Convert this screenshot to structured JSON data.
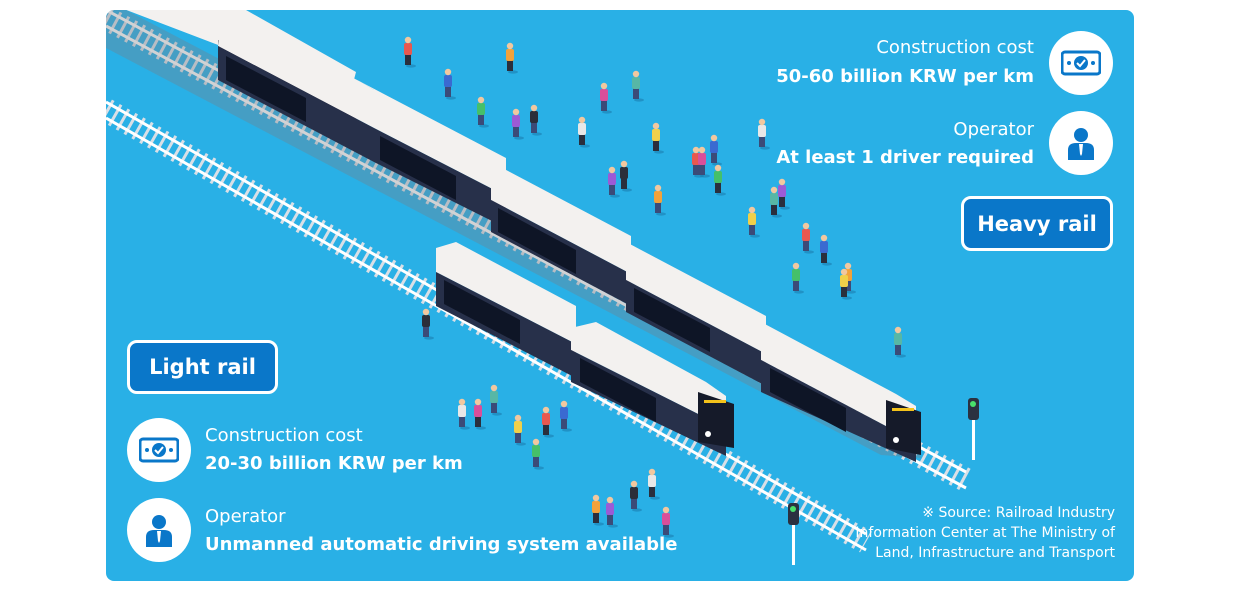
{
  "heavy_rail": {
    "badge": "Heavy rail",
    "cost_label": "Construction cost",
    "cost_value": "50-60 billion KRW per km",
    "operator_label": "Operator",
    "operator_value": "At least 1 driver required",
    "cost_icon": "money-check-icon",
    "operator_icon": "person-icon"
  },
  "light_rail": {
    "badge": "Light rail",
    "cost_label": "Construction cost",
    "cost_value": "20-30 billion KRW per km",
    "operator_label": "Operator",
    "operator_value": "Unmanned automatic driving system available",
    "cost_icon": "money-check-icon",
    "operator_icon": "person-icon"
  },
  "source": {
    "line1": "※ Source: Railroad Industry",
    "line2": "Information Center at The Ministry of",
    "line3": "Land, Infrastructure and Transport"
  },
  "colors": {
    "background": "#29b0e6",
    "badge": "#0a77c9",
    "icon": "#0a77c9",
    "text": "#ffffff"
  }
}
